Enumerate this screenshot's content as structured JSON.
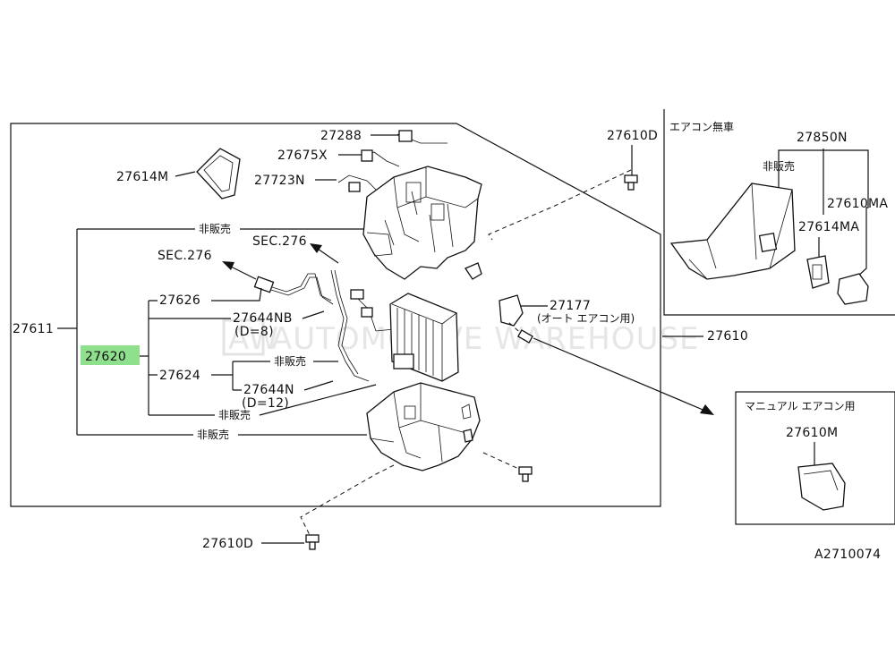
{
  "diagram_id": "A2710074",
  "watermark": {
    "badge": "AW",
    "text": "AUTOMOTIVE WAREHOUSE"
  },
  "main_labels": {
    "p27288": "27288",
    "p27675x": "27675X",
    "p27723n": "27723N",
    "p27614m": "27614M",
    "p27610d_top": "27610D",
    "hibaibai_top": "非販売",
    "sec276_a": "SEC.276",
    "sec276_b": "SEC.276",
    "p27626": "27626",
    "p27644nb": "27644NB",
    "d8": "(D=8)",
    "p27611": "27611",
    "p27620": "27620",
    "p27624": "27624",
    "hibaibai_mid": "非販売",
    "p27644n": "27644N",
    "d12": "(D=12)",
    "hibaibai_low": "非販売",
    "hibaibai_bottom": "非販売",
    "p27177": "27177",
    "auto_ac": "(オート エアコン用)",
    "p27610": "27610",
    "p27610d_bottom": "27610D"
  },
  "inset_no_ac": {
    "title": "エアコン無車",
    "p27850n": "27850N",
    "hibaibai": "非販売",
    "p27610ma": "27610MA",
    "p27614ma": "27614MA"
  },
  "inset_manual": {
    "title": "マニュアル エアコン用",
    "p27610m": "27610M"
  },
  "colors": {
    "highlight": "#8fe08c",
    "line": "#111111",
    "watermark": "#e6e6e6"
  }
}
